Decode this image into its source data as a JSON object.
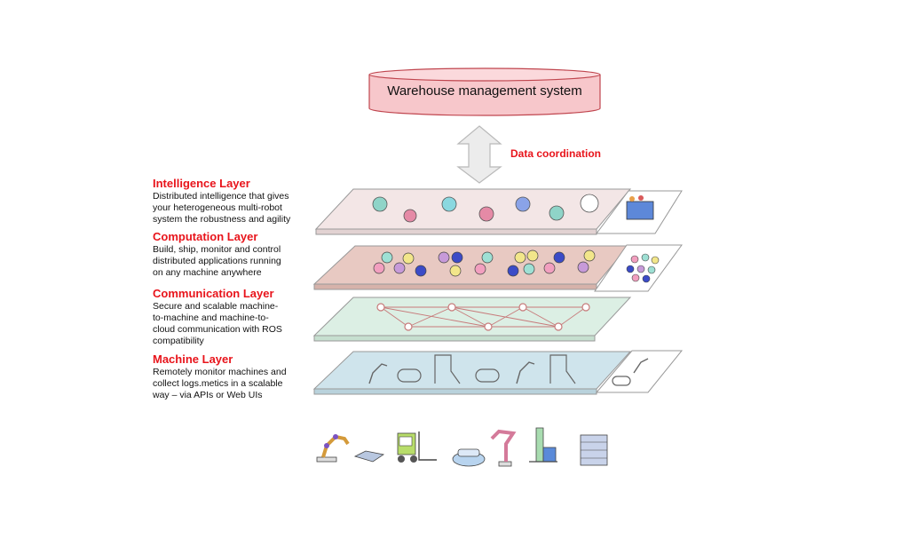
{
  "wms": {
    "label": "Warehouse management system"
  },
  "coordination": {
    "label": "Data coordination"
  },
  "layers": [
    {
      "title": "Intelligence Layer",
      "lines": [
        "Distributed intelligence that gives",
        "your heterogeneous multi-robot",
        "system the robustness and agility"
      ],
      "color": "#f3e6e6"
    },
    {
      "title": "Computation Layer",
      "lines": [
        "Build, ship, monitor and control",
        "distributed applications running",
        "on any machine anywhere"
      ],
      "color": "#e8c9c2"
    },
    {
      "title": "Communication Layer",
      "lines": [
        "Secure and scalable machine-",
        "to-machine and machine-to-",
        "cloud communication with ROS",
        "compatibility"
      ],
      "color": "#dcefe4"
    },
    {
      "title": "Machine Layer",
      "lines": [
        "Remotely monitor machines and",
        "collect logs.metics in a scalable",
        "way – via APIs or Web UIs"
      ],
      "color": "#cfe4ec"
    }
  ],
  "colors": {
    "accent": "#e8141b",
    "wms_fill": "#f7c7cb",
    "wms_stroke": "#c0464f"
  },
  "icons": [
    "brain-icon",
    "app-icon",
    "node-icon",
    "robot-arm-icon",
    "mobile-robot-icon",
    "forklift-icon",
    "server-rack-icon"
  ]
}
